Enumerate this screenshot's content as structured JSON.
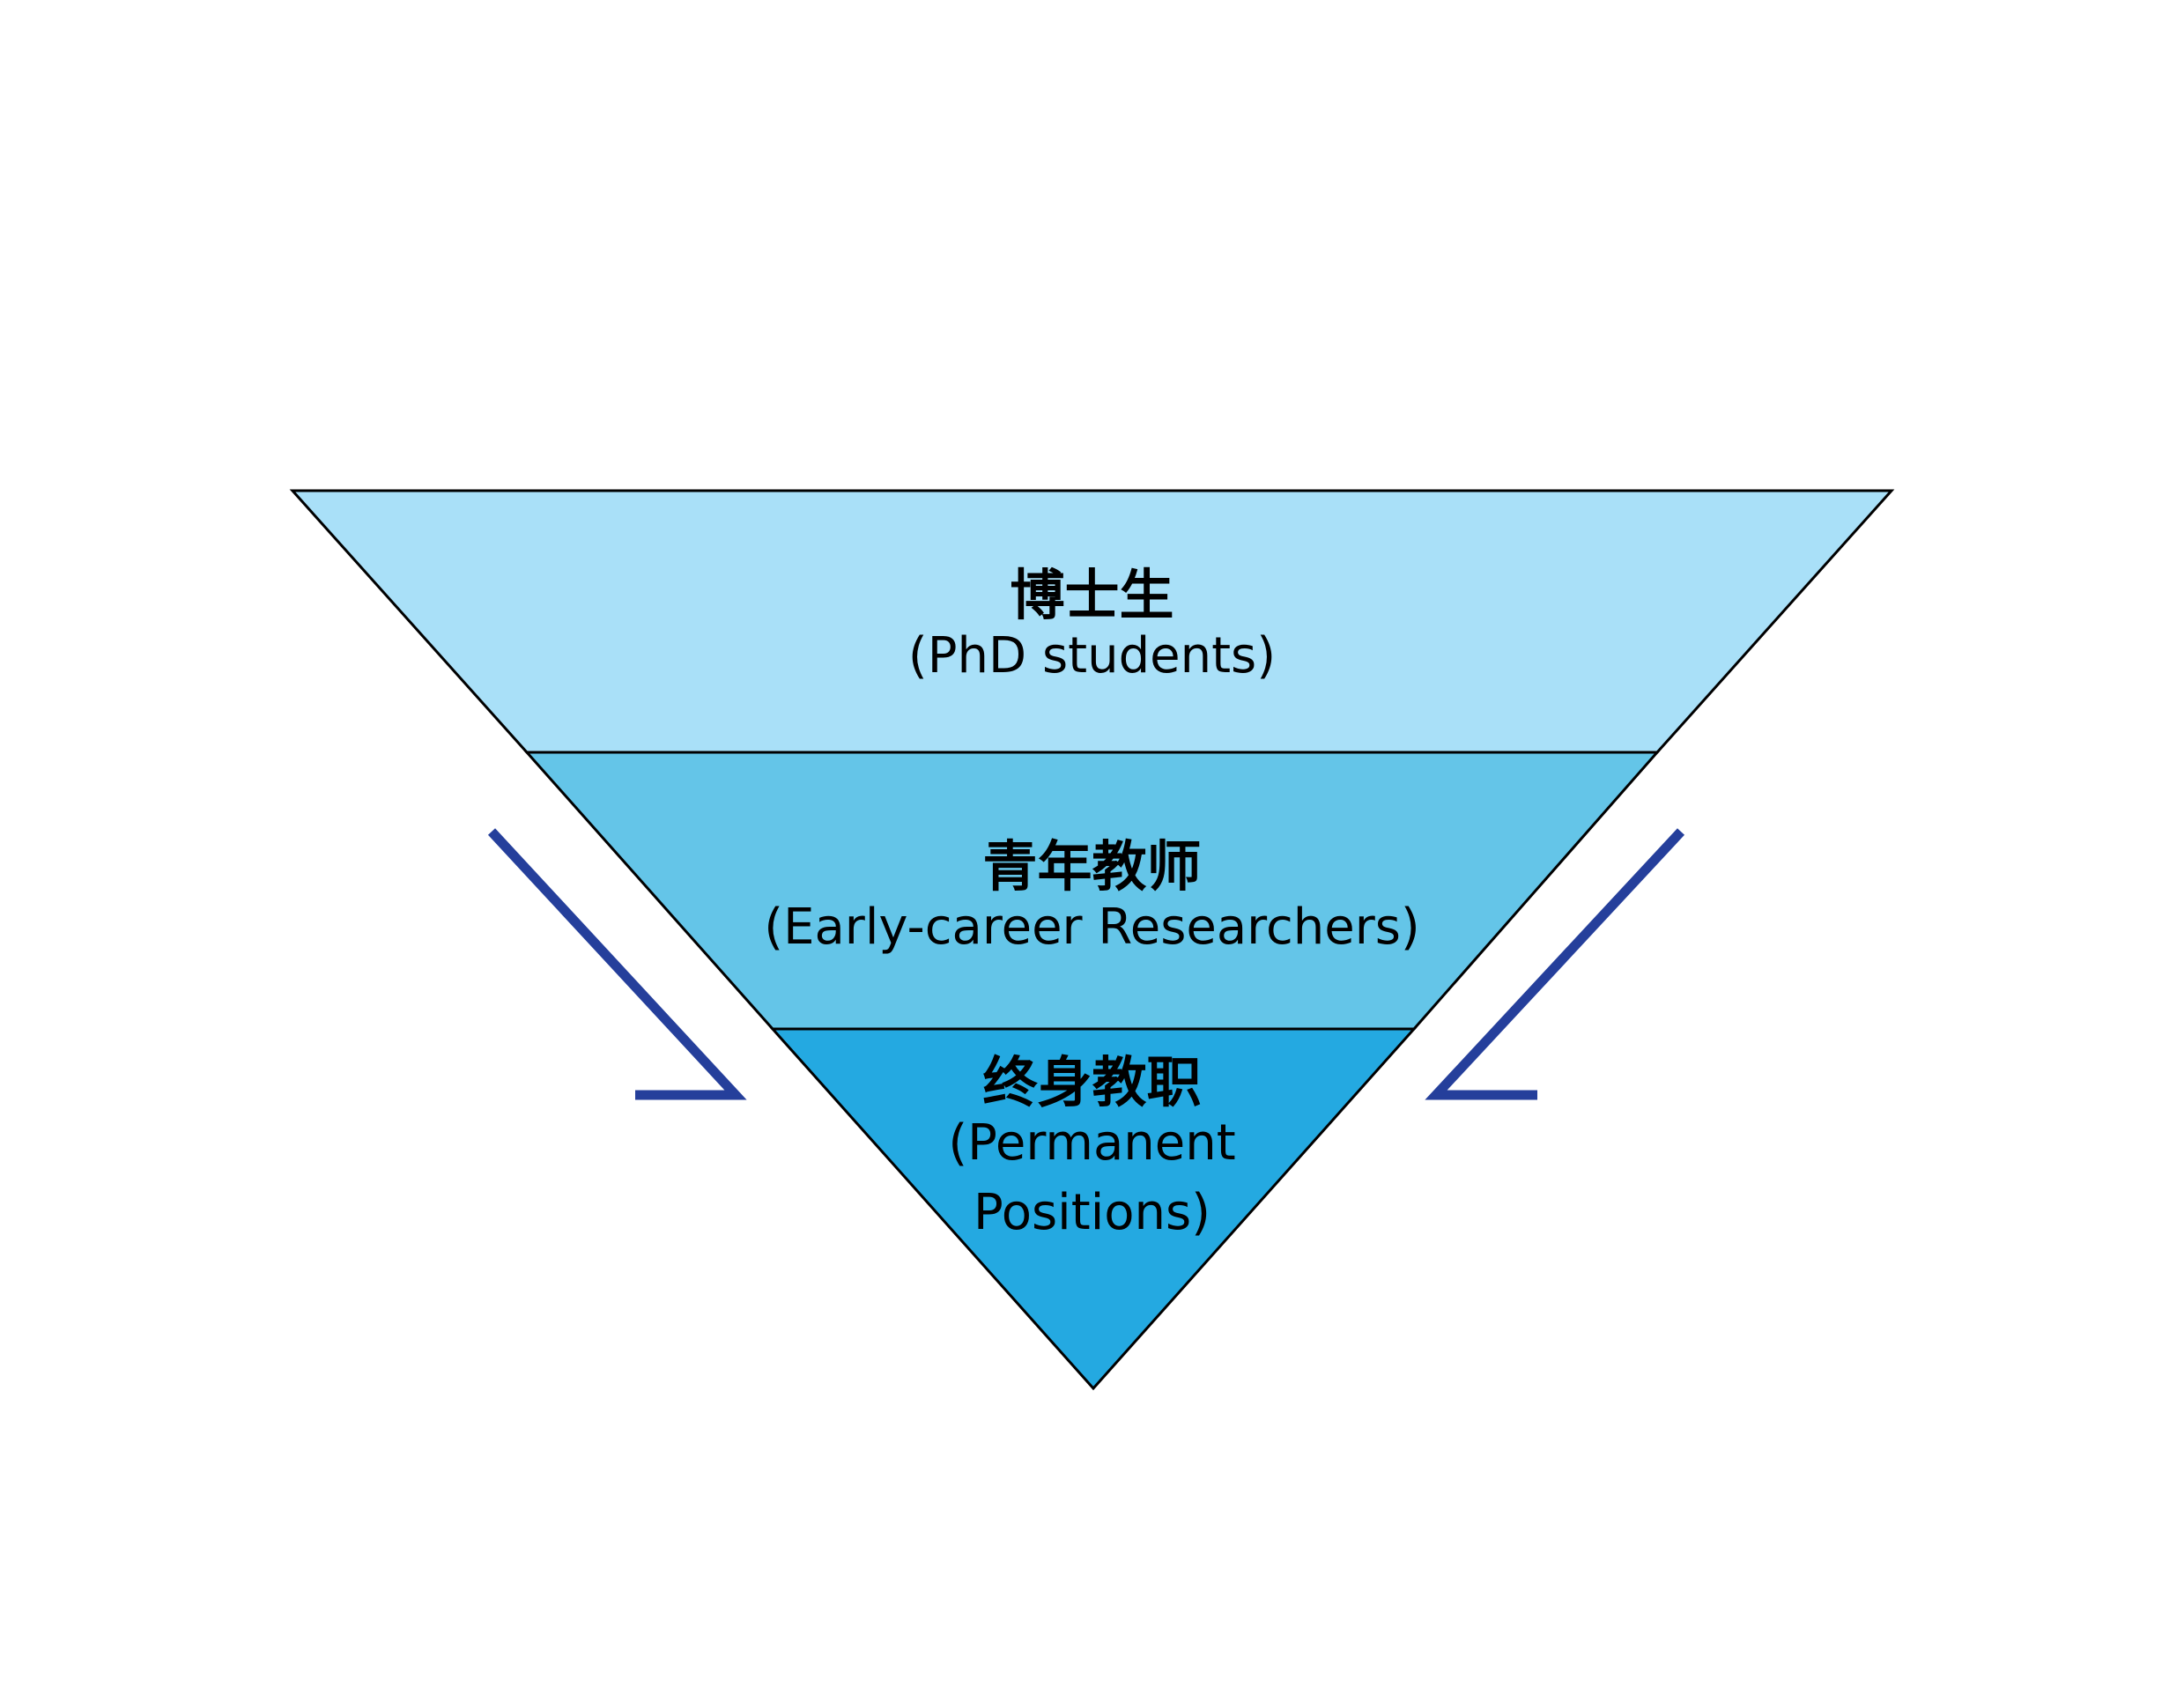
{
  "colors": {
    "tier1": "#a9e0f8",
    "tier2": "#64c5e8",
    "tier3": "#24a9e1",
    "outline": "#000000",
    "arrows": "#253f9b"
  },
  "tiers": [
    {
      "title": "博士生",
      "subtitle": "(PhD students)"
    },
    {
      "title": "青年教师",
      "subtitle": "(Early-career Researchers)"
    },
    {
      "title": "终身教职",
      "subtitle_line1": "(Permanent",
      "subtitle_line2": "Positions)"
    }
  ]
}
